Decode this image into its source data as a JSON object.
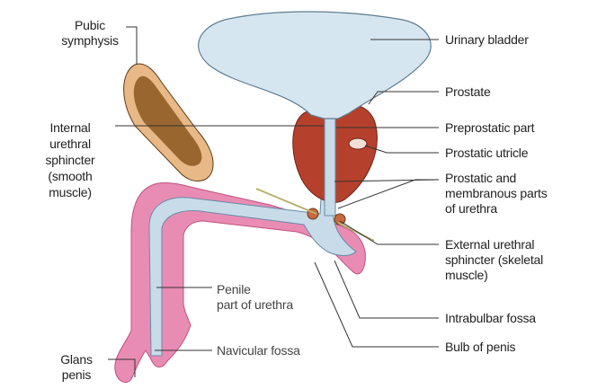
{
  "colors": {
    "bladder": "#d6e6f0",
    "prostate": "#b5412c",
    "penis": "#e98cb4",
    "urethra": "#c7dbe9",
    "pubis_outer": "#e8b987",
    "pubis_inner": "#9a6630",
    "line": "#333333"
  },
  "labels": {
    "pubic_symphysis": [
      "Pubic",
      "symphysis"
    ],
    "internal_sphincter": [
      "Internal",
      "urethral",
      "sphincter",
      "(smooth",
      "muscle)"
    ],
    "glans_penis": [
      "Glans",
      "penis"
    ],
    "urinary_bladder": "Urinary bladder",
    "prostate": "Prostate",
    "preprostatic_part": "Preprostatic part",
    "prostatic_utricle": "Prostatic utricle",
    "prostatic_membranous": [
      "Prostatic and",
      "membranous parts",
      "of urethra"
    ],
    "external_sphincter": [
      "External urethral",
      "sphincter (skeletal",
      "muscle)"
    ],
    "intrabulbar_fossa": "Intrabulbar fossa",
    "bulb_of_penis": "Bulb of penis",
    "penile_part": [
      "Penile",
      "part of urethra"
    ],
    "navicular_fossa": "Navicular fossa"
  }
}
